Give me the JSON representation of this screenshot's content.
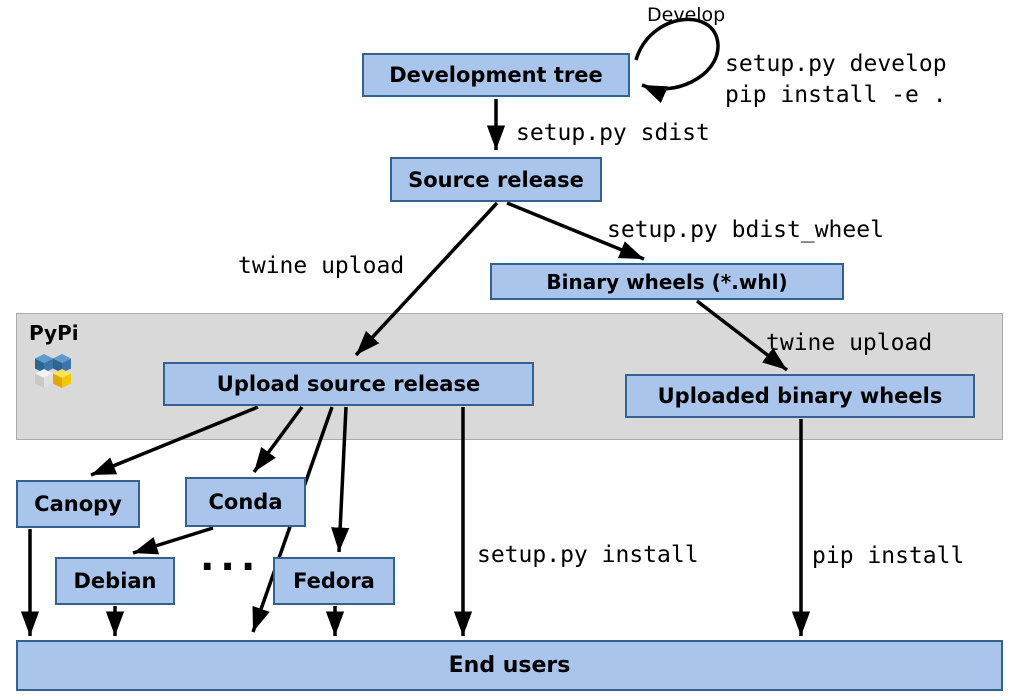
{
  "nodes": {
    "development_tree": "Development tree",
    "source_release": "Source release",
    "binary_wheels": "Binary wheels (*.whl)",
    "upload_source_release": "Upload source release",
    "uploaded_binary_wheels": "Uploaded binary wheels",
    "canopy": "Canopy",
    "conda": "Conda",
    "debian": "Debian",
    "fedora": "Fedora",
    "end_users": "End users"
  },
  "band": {
    "label": "PyPi"
  },
  "edge_labels": {
    "develop": "Develop",
    "develop_cmd_1": "setup.py develop",
    "develop_cmd_2": "pip install -e .",
    "sdist": "setup.py sdist",
    "twine_upload_source": "twine upload",
    "bdist_wheel": "setup.py bdist_wheel",
    "twine_upload_wheels": "twine upload",
    "setup_install": "setup.py install",
    "pip_install": "pip install",
    "ellipsis": "..."
  },
  "colors": {
    "node_fill": "#aac5ec",
    "node_border": "#35618f",
    "band_fill": "#d9d9d9",
    "arrow": "#000000",
    "pypi_blue": "#3c76a8",
    "pypi_yellow": "#f6c700"
  }
}
